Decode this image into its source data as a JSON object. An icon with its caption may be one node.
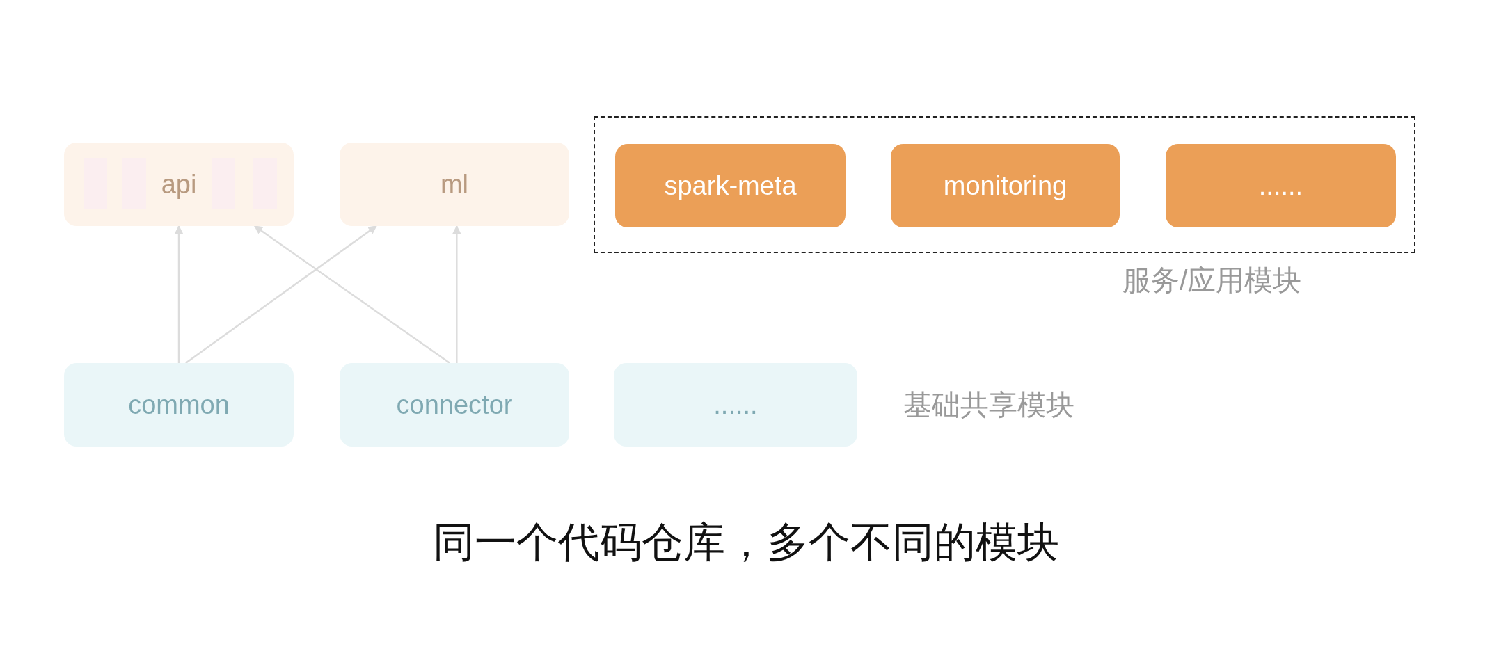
{
  "diagram": {
    "caption": "同一个代码仓库，多个不同的模块",
    "nodes": [
      {
        "text": [
          "api"
        ]
      },
      {
        "text": [
          "ml"
        ]
      },
      {
        "text": [
          "服务/应用模块"
        ]
      },
      {
        "text": [
          "spark-meta"
        ],
        "in": 2
      },
      {
        "text": [
          "monitoring"
        ],
        "in": 2
      },
      {
        "text": [
          "......"
        ],
        "in": 2
      },
      {
        "text": [
          "common"
        ]
      },
      {
        "text": [
          "connector"
        ]
      },
      {
        "text": [
          "......"
        ]
      }
    ],
    "edges": [
      {
        "from": 6,
        "to": 0,
        "arrow": "to"
      },
      {
        "from": 6,
        "to": 1,
        "arrow": "to"
      },
      {
        "from": 7,
        "to": 0,
        "arrow": "to"
      },
      {
        "from": 7,
        "to": 1,
        "arrow": "to"
      }
    ],
    "labels": [
      "基础共享模块"
    ]
  }
}
